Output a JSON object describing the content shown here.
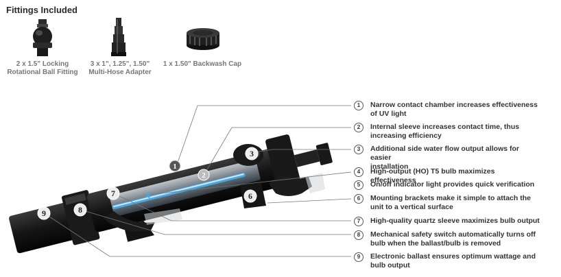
{
  "title": "Fittings Included",
  "fittings": [
    {
      "lines": [
        "2 x 1.5\" Locking",
        "Rotational Ball Fitting"
      ],
      "icon": "ball-fitting-icon"
    },
    {
      "lines": [
        "3 x 1\", 1.25\", 1.50\"",
        "Multi-Hose Adapter"
      ],
      "icon": "multi-hose-adapter-icon"
    },
    {
      "lines": [
        "1 x 1.50\" Backwash Cap"
      ],
      "icon": "backwash-cap-icon"
    }
  ],
  "callouts": [
    {
      "num": "1",
      "lines": [
        "Narrow contact chamber increases effectiveness",
        "of UV light"
      ]
    },
    {
      "num": "2",
      "lines": [
        "Internal sleeve increases contact time, thus",
        "increasing efficiency"
      ]
    },
    {
      "num": "3",
      "lines": [
        "Additional side water flow output allows for easier",
        "installation"
      ]
    },
    {
      "num": "4",
      "lines": [
        "High-output (HO) T5 bulb maximizes effectiveness"
      ]
    },
    {
      "num": "5",
      "lines": [
        "On/off indicator light provides quick verification"
      ]
    },
    {
      "num": "6",
      "lines": [
        "Mounting brackets make it simple to attach the",
        "unit to a vertical surface"
      ]
    },
    {
      "num": "7",
      "lines": [
        "High-quality quartz sleeve maximizes bulb output"
      ]
    },
    {
      "num": "8",
      "lines": [
        "Mechanical safety switch automatically turns off",
        "bulb when the ballast/bulb is removed"
      ]
    },
    {
      "num": "9",
      "lines": [
        "Electronic ballast ensures optimum wattage and",
        "bulb output"
      ]
    }
  ],
  "device_markers": [
    "1",
    "2",
    "3",
    "4",
    "6",
    "7",
    "8",
    "9"
  ],
  "colors": {
    "bulb_glow": "#4aa8e0",
    "body": "#1c1c1c",
    "leader": "#777777"
  }
}
